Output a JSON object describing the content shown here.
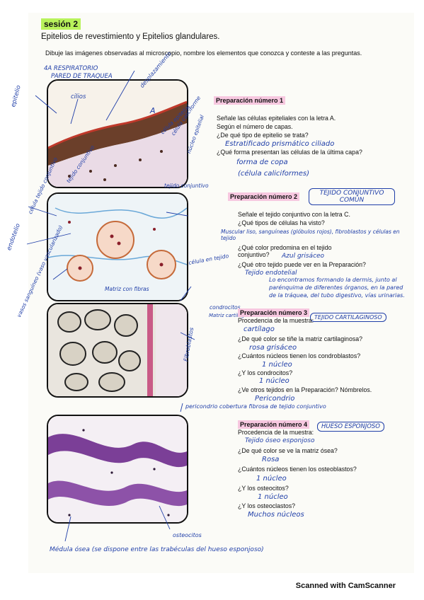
{
  "header": {
    "session": "sesión 2",
    "title": "Epitelios de revestimiento y Epitelios glandulares.",
    "instructions": "Dibuje las imágenes observadas al microscopio, nombre los elementos que conozca y conteste a las preguntas."
  },
  "drawing_labels": {
    "top_box_caption_1": "4A RESPIRATORIO",
    "top_box_caption_2": "PARED DE TRAQUEA",
    "epitelio": "epitelio",
    "cilios": "cilios",
    "desplazamiento": "desplazamiento",
    "letter_a": "A",
    "cilula_epitelial": "célula epitelial",
    "celula_caliciforme": "célula caliciforme",
    "nucleo_epitelial": "núcleo epitelial",
    "tejido_conjuntivo_1": "tejido conjuntivo",
    "tejido_conjuntivo_side": "tejido conjuntivo",
    "celula_tc": "célula tejido conjuntivo",
    "endotelio": "endotelio",
    "vasos": "vasos sanguíneo (vaso vascularizado)",
    "matriz": "Matriz con fibras",
    "celula_tejido": "célula en tejido",
    "condrocitos": "condrocitos",
    "matriz_cart": "Matriz cartilaginosa",
    "fibroblastos": "Fibroblastos",
    "pericondrio_note": "pericondrio cobertura fibrosa de tejido conjuntivo",
    "osteocitos": "osteocitos",
    "medula": "Médula ósea (se dispone entre las trabéculas del hueso esponjoso)"
  },
  "prep1": {
    "title": "Preparación número 1",
    "q1": "Señale las células epiteliales con la letra A.",
    "q2": "Según el número de capas.",
    "q3": "¿De qué tipo de epitelio se trata?",
    "a3": "Estratificado prismático ciliado",
    "q4": "¿Qué forma presentan las células de la última capa?",
    "a4a": "forma de copa",
    "a4b": "(célula caliciformes)"
  },
  "prep2": {
    "title": "Preparación número 2",
    "boxed": "TEJIDO CONJUNTIVO COMÚN",
    "q1": "Señale el tejido conjuntivo con la letra C.",
    "q2": "¿Qué tipos de células ha visto?",
    "a2": "Muscular liso, sanguíneas (glóbulos rojos), fibroblastos y células en tejido",
    "q3": "¿Qué color predomina en el tejido conjuntivo?",
    "a3": "Azul grisáceo",
    "q4": "¿Qué otro tejido puede ver en la Preparación?",
    "a4": "Tejido endotelial",
    "note": "Lo encontramos formando la dermis, junto al parénquima de diferentes órganos, en la pared de la tráquea, del tubo digestivo, vías urinarias."
  },
  "prep3": {
    "title": "Preparación número 3",
    "boxed": "TEJIDO CARTILAGINOSO",
    "q1": "Procedencia de la muestra:",
    "a1": "cartílago",
    "q2": "¿De qué color se tiñe la matriz cartilaginosa?",
    "a2": "rosa grisáceo",
    "q3": "¿Cuántos núcleos tienen los condroblastos?",
    "a3": "1 núcleo",
    "q4": "¿Y los condrocitos?",
    "a4": "1 núcleo",
    "q5": "¿Ve otros tejidos en la Preparación? Nómbrelos.",
    "a5": "Pericondrio"
  },
  "prep4": {
    "title": "Preparación número 4",
    "boxed": "HUESO ESPONJOSO",
    "q1": "Procedencia de la muestra:",
    "a1": "Tejido óseo esponjoso",
    "q2": "¿De qué color se ve la matriz ósea?",
    "a2": "Rosa",
    "q3": "¿Cuántos núcleos tienen los osteoblastos?",
    "a3": "1 núcleo",
    "q4": "¿Y los osteocitos?",
    "a4": "1 núcleo",
    "q5": "¿Y los osteoclastos?",
    "a5": "Muchos núcleos"
  },
  "footer": {
    "scanned": "Scanned with CamScanner"
  },
  "colors": {
    "highlight_green": "#b8f25b",
    "prep_pink": "#f7c8e0",
    "ink_blue": "#1f3ea8"
  }
}
